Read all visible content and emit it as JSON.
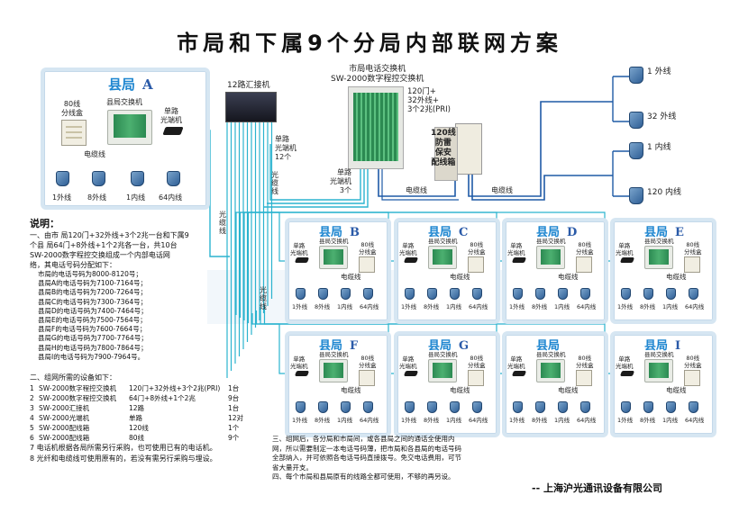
{
  "title": "市局和下属9个分局内部联网方案",
  "county_a": {
    "name": "县局",
    "letter": "A",
    "switch_label": "县局交换机",
    "dist_label": [
      "80线",
      "分线盒"
    ],
    "modem_label": [
      "单路",
      "光端机"
    ],
    "cable_label": "电缆线",
    "phones": [
      "1外线",
      "8外线",
      "1内线",
      "64内线"
    ]
  },
  "hub": {
    "label": "12路汇接机"
  },
  "fiber_modems_12": [
    "单路",
    "光端机",
    "12个"
  ],
  "fiber_modems_3": [
    "单路",
    "光端机",
    "3个"
  ],
  "fiber_cable_label": "光缆线",
  "city_switch": {
    "title": [
      "市局电话交换机",
      "SW-2000数字程控交换机"
    ],
    "capacity": [
      "120门+",
      "32外线+",
      "3个2兆(PRI)"
    ]
  },
  "dist_box_120": [
    "120线",
    "防雷",
    "保安",
    "配线箱"
  ],
  "cable_labels": [
    "电缆线",
    "电缆线"
  ],
  "city_phones": [
    "1 外线",
    "32 外线",
    "1 内线",
    "120 内线"
  ],
  "counties": [
    {
      "name": "县局",
      "letter": "B"
    },
    {
      "name": "县局",
      "letter": "C"
    },
    {
      "name": "县局",
      "letter": "D"
    },
    {
      "name": "县局",
      "letter": "E"
    },
    {
      "name": "县局",
      "letter": "F"
    },
    {
      "name": "县局",
      "letter": "G"
    },
    {
      "name": "县局",
      "letter": ""
    },
    {
      "name": "县局",
      "letter": "I"
    }
  ],
  "county_common": {
    "modem": [
      "单路",
      "光端机"
    ],
    "switch": "县局交换机",
    "dist": [
      "80线",
      "分线盒"
    ],
    "cable": "电缆线",
    "phones": [
      "1外线",
      "8外线",
      "1内线",
      "64内线"
    ]
  },
  "notes": {
    "heading": "说明：",
    "p1": [
      "一、由市   局120门+32外线+3个2兆一台和下属9",
      "个县   局64门+8外线+1个2兆各一台，共10台",
      "SW-2000数字程控交换组成一个内部电话网",
      "络，其电话号码分配如下："
    ],
    "numbers": [
      "市局的电话号码为8000-8120号；",
      "县局A的电话号码为7100-7164号；",
      "县局B的电话号码为7200-7264号；",
      "县局C的电话号码为7300-7364号；",
      "县局D的电话号码为7400-7464号；",
      "县局E的电话号码为7500-7564号；",
      "县局F的电话号码为7600-7664号；",
      "县局G的电话号码为7700-7764号；",
      "县局H的电话号码为7800-7864号；",
      "县局I的电话号码为7900-7964号。"
    ],
    "equip_heading": "二、组网所需的设备如下：",
    "equipment": [
      {
        "no": "1",
        "name": "SW-2000数字程控交换机",
        "spec": "120门+32外线+3个2兆(PRI)",
        "qty": "1台"
      },
      {
        "no": "2",
        "name": "SW-2000数字程控交换机",
        "spec": "64门+8外线+1个2兆",
        "qty": "9台"
      },
      {
        "no": "3",
        "name": "SW-2000汇接机",
        "spec": "12路",
        "qty": "1台"
      },
      {
        "no": "4",
        "name": "SW-2000光端机",
        "spec": "单路",
        "qty": "12对"
      },
      {
        "no": "5",
        "name": "SW-2000配线箱",
        "spec": "120线",
        "qty": "1个"
      },
      {
        "no": "6",
        "name": "SW-2000配线箱",
        "spec": "80线",
        "qty": "9个"
      }
    ],
    "item7": "7 电话机根据各局所需另行采购，也可使用已有的电话机。",
    "item8": "8 光纤和电缆线可使用原有的，若没有需另行采购与埋设。",
    "p3": [
      "三、组网后，各分局和市局间，或各县局之间的通话全使用内",
      "网，所以需要制定一本电话号码薄，把市局和各县局的电话号码",
      "全部纳入，并可依照各电话号码直接拨号。免交电话费用，可节",
      "省大量开支。"
    ],
    "p4": "四、每个市局和县局原有的线路全都可使用，不够的再另设。"
  },
  "company": "-- 上海沪光通讯设备有限公司",
  "colors": {
    "fiber": "#2bb3cf",
    "cable": "#1f5aa6",
    "title_blue": "#1e86d0"
  }
}
